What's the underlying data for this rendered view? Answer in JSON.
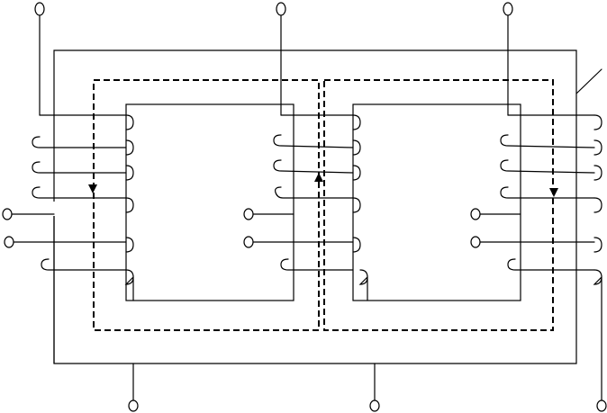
{
  "diagram": {
    "type": "three-phase-core-type-transformer",
    "colors": {
      "line": "#000000",
      "background": "#ffffff"
    },
    "primary_terminals": {
      "count": 3,
      "shape": "open-circle",
      "side": "top"
    },
    "secondary_terminals": {
      "count": 3,
      "shape": "open-circle",
      "side": "bottom"
    },
    "outer_winding_terminals": {
      "count": 6,
      "shape": "open-circle",
      "side": "left-of-each-leg"
    },
    "windings_per_leg": 2,
    "legs": 3,
    "flux_paths": [
      {
        "style": "dashed",
        "arrow": "down-left-leg"
      },
      {
        "style": "dashed",
        "arrow": "up-center-leg"
      },
      {
        "style": "dashed",
        "arrow": "down-right-leg"
      }
    ]
  }
}
